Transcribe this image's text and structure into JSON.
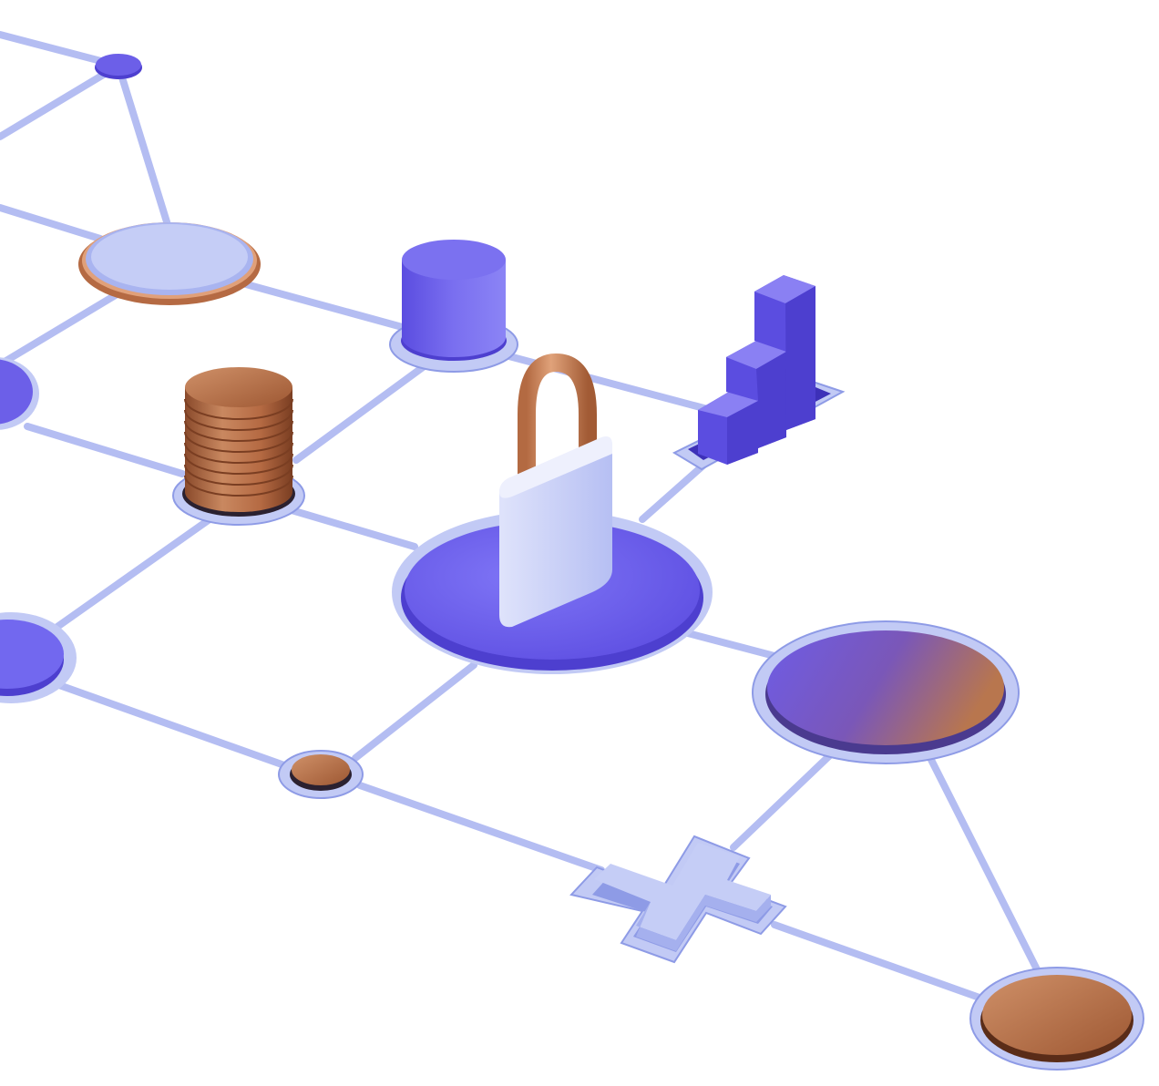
{
  "palette": {
    "background": "#ffffff",
    "line": "#b4bdf2",
    "ring": "#c2caf5",
    "ring_edge": "#8e9be6",
    "violet": "#6c5fe8",
    "violet_dark": "#4d3fcf",
    "violet_light": "#8a80f3",
    "lavender": "#c5cdf6",
    "lavender_dark": "#a5b0ee",
    "copper": "#b96f47",
    "copper_dark": "#7a3e22",
    "copper_light": "#e0a07a"
  },
  "objects": [
    {
      "name": "small-violet-node",
      "icon": "node-dot"
    },
    {
      "name": "lavender-disc-node",
      "icon": "disc"
    },
    {
      "name": "violet-cylinder-node",
      "icon": "cylinder"
    },
    {
      "name": "coin-stack-node",
      "icon": "coin-stack"
    },
    {
      "name": "padlock-node",
      "icon": "padlock"
    },
    {
      "name": "bar-chart-node",
      "icon": "bar-chart"
    },
    {
      "name": "gradient-disc-node",
      "icon": "disc"
    },
    {
      "name": "copper-dot-node",
      "icon": "node-dot"
    },
    {
      "name": "plus-node",
      "icon": "plus"
    },
    {
      "name": "copper-disc-node",
      "icon": "disc"
    }
  ]
}
